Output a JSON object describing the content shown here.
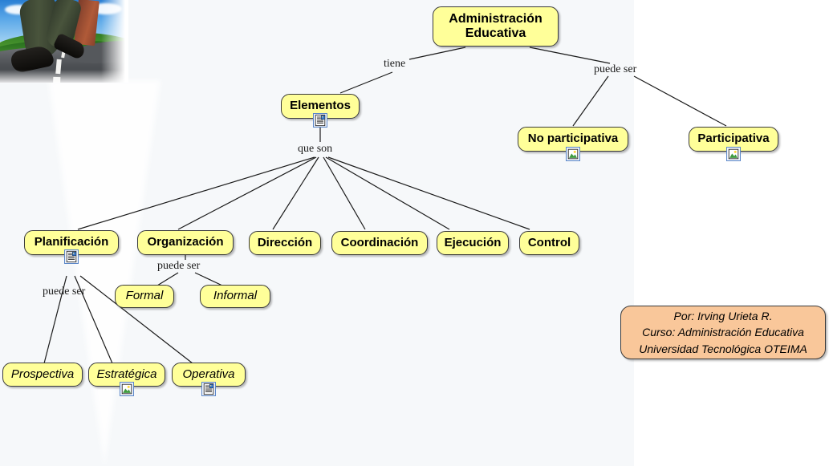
{
  "app": {
    "canvas_background": "#f6f8fa",
    "page_background": "#ffffff",
    "node_fill": "#ffff99",
    "node_border": "#3a3a3a",
    "credit_fill": "#f9c79a",
    "icon_border": "#5a86c8"
  },
  "image": {
    "alt": "businessman-walking-on-road-photo",
    "name": "legs-walking-road-photo"
  },
  "nodes": [
    {
      "id": "root",
      "label": "Administración\nEducativa",
      "line1": "Administración",
      "line2": "Educativa",
      "style": "big",
      "icon": "none"
    },
    {
      "id": "elementos",
      "label": "Elementos",
      "style": "bold",
      "icon": "document"
    },
    {
      "id": "no_participativa",
      "label": "No participativa",
      "style": "bold",
      "icon": "image"
    },
    {
      "id": "participativa",
      "label": "Participativa",
      "style": "bold",
      "icon": "image"
    },
    {
      "id": "planificacion",
      "label": "Planificación",
      "style": "bold",
      "icon": "document"
    },
    {
      "id": "organizacion",
      "label": "Organización",
      "style": "bold",
      "icon": "none"
    },
    {
      "id": "direccion",
      "label": "Dirección",
      "style": "bold",
      "icon": "none"
    },
    {
      "id": "coordinacion",
      "label": "Coordinación",
      "style": "bold",
      "icon": "none"
    },
    {
      "id": "ejecucion",
      "label": "Ejecución",
      "style": "bold",
      "icon": "none"
    },
    {
      "id": "control",
      "label": "Control",
      "style": "bold",
      "icon": "none"
    },
    {
      "id": "formal",
      "label": "Formal",
      "style": "italic",
      "icon": "none"
    },
    {
      "id": "informal",
      "label": "Informal",
      "style": "italic",
      "icon": "none"
    },
    {
      "id": "prospectiva",
      "label": "Prospectiva",
      "style": "italic",
      "icon": "none"
    },
    {
      "id": "estrategica",
      "label": "Estratégica",
      "style": "italic",
      "icon": "image"
    },
    {
      "id": "operativa",
      "label": "Operativa",
      "style": "italic",
      "icon": "document"
    }
  ],
  "edge_labels": {
    "tiene": "tiene",
    "puede_ser_root": "puede ser",
    "que_son": "que son",
    "puede_ser_org": "puede ser",
    "puede_ser_plan": "puede ser"
  },
  "credit": {
    "line1": "Por: Irving Urieta R.",
    "line2": "Curso: Administración Educativa",
    "line3": "Universidad Tecnológica OTEIMA"
  }
}
